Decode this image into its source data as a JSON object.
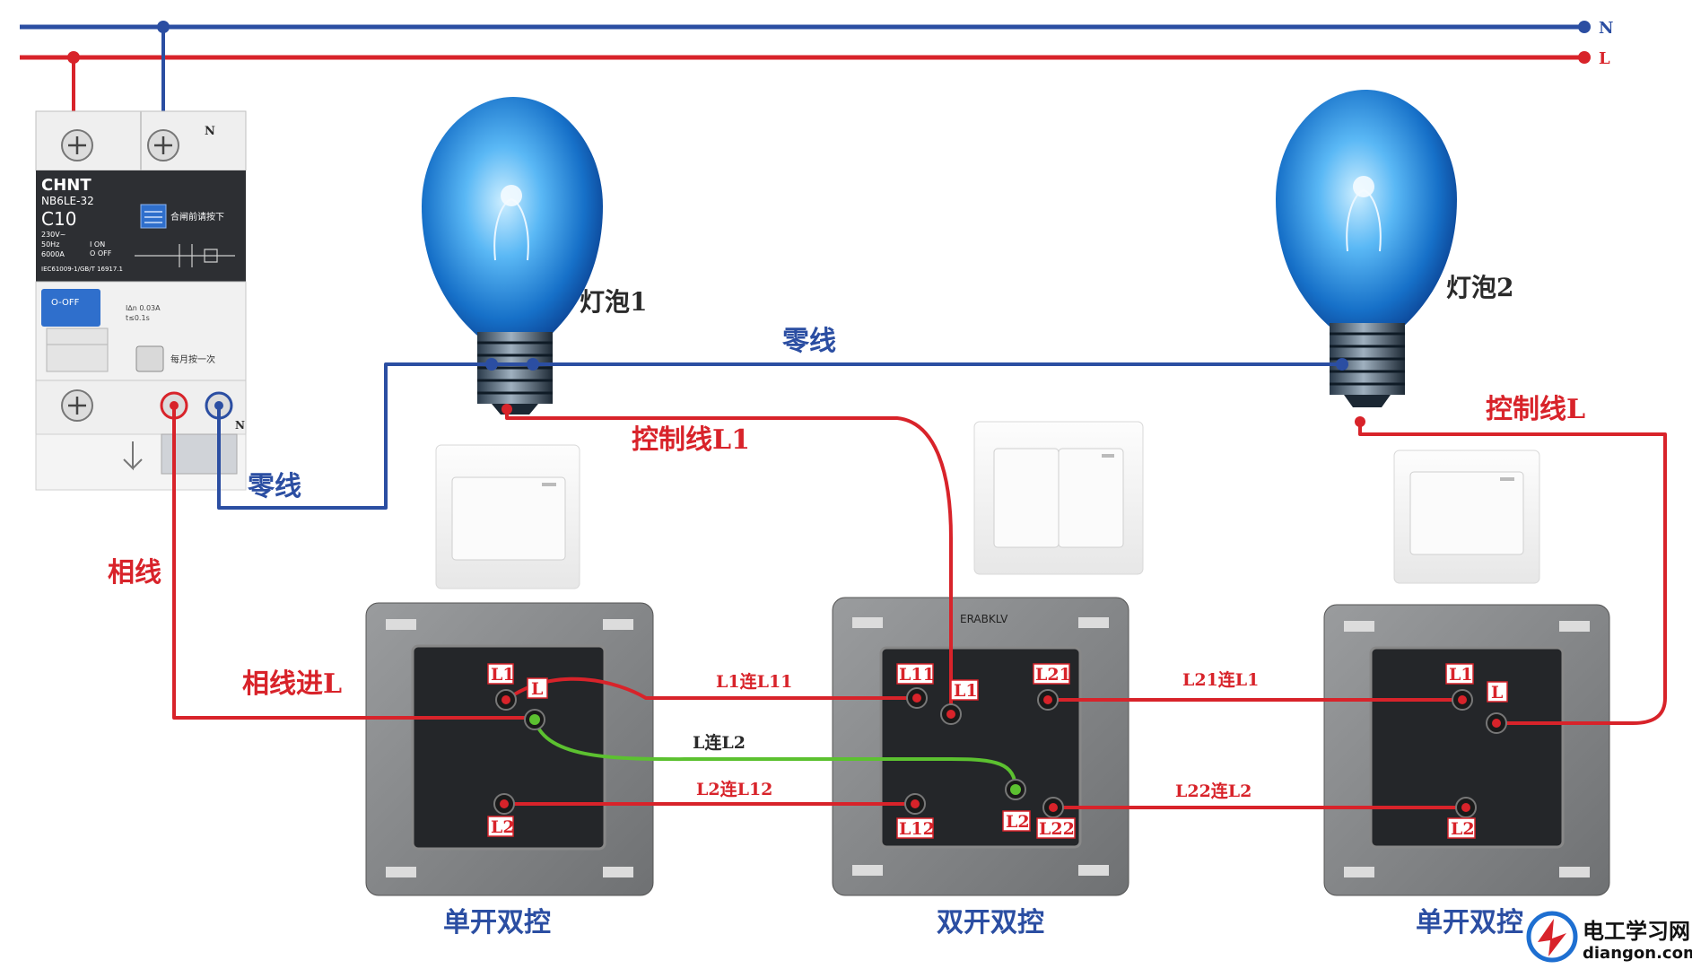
{
  "bus": {
    "n_label": "N",
    "l_label": "L",
    "n_color": "#2b4ea2",
    "l_color": "#d8232a"
  },
  "breaker": {
    "brand": "CHNT",
    "model": "NB6LE-32",
    "rating": "C10",
    "specs_left": [
      "230V~",
      "50Hz",
      "6000A"
    ],
    "specs_on": "I ON",
    "specs_off": "O OFF",
    "standard": "IEC61009-1/GB/T 16917.1",
    "note": "合闸前请按下",
    "toggle": "O-OFF",
    "rcd_spec_1": "I∆n 0.03A",
    "rcd_spec_2": "t≤0.1s",
    "monthly": "每月按一次",
    "n_top": "N",
    "n_bottom": "N"
  },
  "labels": {
    "bulb1": "灯泡1",
    "bulb2": "灯泡2",
    "neutral_top": "零线",
    "neutral_left": "零线",
    "ctrl_l1": "控制线L1",
    "ctrl_l": "控制线L",
    "phase": "相线",
    "phase_in": "相线进L",
    "l1_l11": "L1连L11",
    "l_l2": "L连L2",
    "l2_l12": "L2连L12",
    "l21_l1": "L21连L1",
    "l22_l2": "L22连L2"
  },
  "switches": {
    "left_caption": "单开双控",
    "middle_caption": "双开双控",
    "right_caption": "单开双控",
    "middle_top_text": "ERABKLV",
    "left_terms": {
      "l1": "L1",
      "l": "L",
      "l2": "L2"
    },
    "middle_terms": {
      "l11": "L11",
      "l1": "L1",
      "l21": "L21",
      "l12": "L12",
      "l2": "L2",
      "l22": "L22"
    },
    "right_terms": {
      "l1": "L1",
      "l": "L",
      "l2": "L2"
    }
  },
  "watermark": {
    "title": "电工学习网",
    "url": "diangon.com"
  },
  "colors": {
    "phase_red": "#d8232a",
    "neutral_blue": "#2b4ea2",
    "jumper_green": "#5cc130",
    "bulb_blue": "#1f8fe0"
  }
}
